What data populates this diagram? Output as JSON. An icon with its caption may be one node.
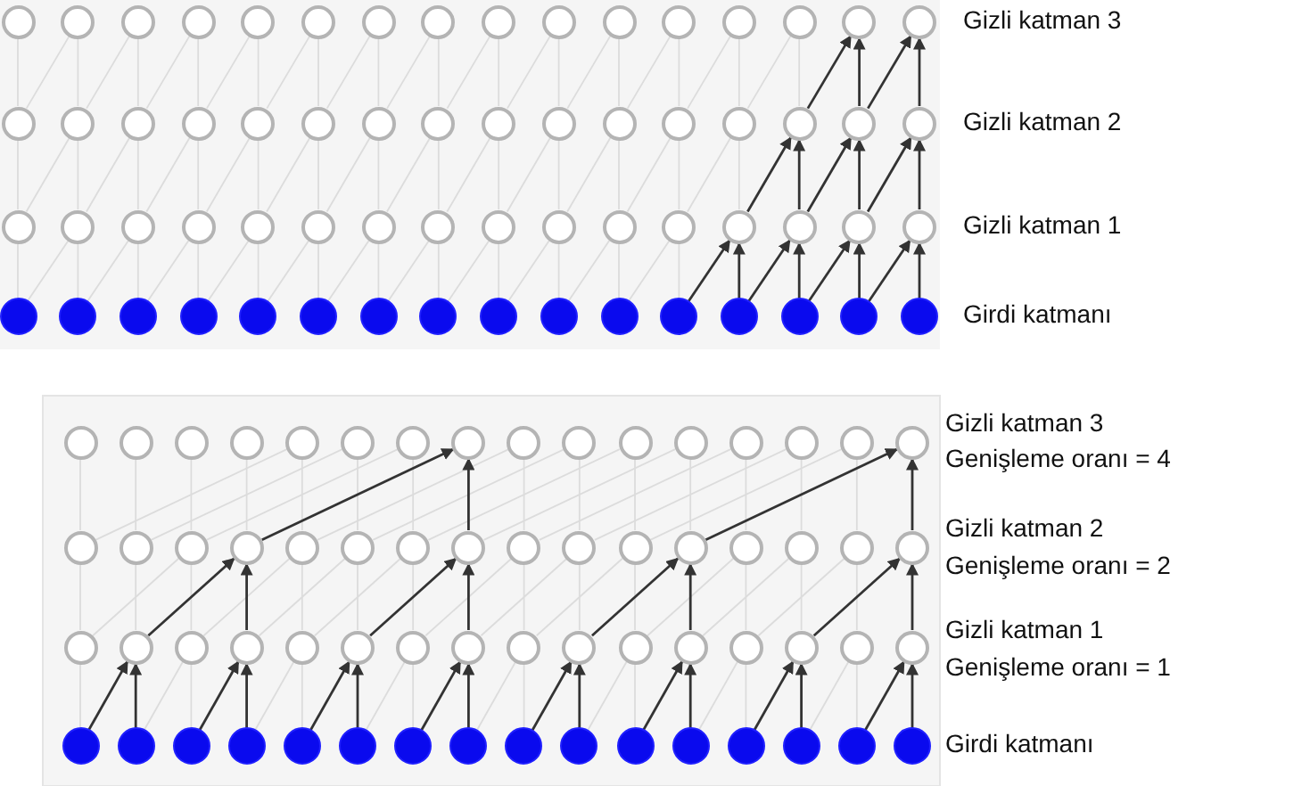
{
  "diagram": {
    "nodes": [
      {
        "text": [],
        "shape": "circle"
      },
      {
        "text": [],
        "shape": "circle"
      },
      {
        "text": [],
        "shape": "circle"
      },
      {
        "text": [],
        "shape": "circle"
      },
      {
        "text": [],
        "shape": "circle"
      },
      {
        "text": [],
        "shape": "circle"
      },
      {
        "text": [],
        "shape": "circle"
      },
      {
        "text": [],
        "shape": "circle"
      },
      {
        "text": [],
        "shape": "circle"
      },
      {
        "text": [],
        "shape": "circle"
      },
      {
        "text": [],
        "shape": "circle"
      },
      {
        "text": [],
        "shape": "circle"
      },
      {
        "text": [],
        "shape": "circle"
      },
      {
        "text": [],
        "shape": "circle"
      },
      {
        "text": [],
        "shape": "circle"
      },
      {
        "text": [],
        "shape": "circle"
      },
      {
        "text": [],
        "shape": "circle"
      },
      {
        "text": [],
        "shape": "circle"
      },
      {
        "text": [],
        "shape": "circle"
      },
      {
        "text": [],
        "shape": "circle"
      },
      {
        "text": [],
        "shape": "circle"
      },
      {
        "text": [],
        "shape": "circle"
      },
      {
        "text": [],
        "shape": "circle"
      },
      {
        "text": [],
        "shape": "circle"
      },
      {
        "text": [],
        "shape": "circle"
      },
      {
        "text": [],
        "shape": "circle"
      },
      {
        "text": [],
        "shape": "circle"
      },
      {
        "text": [],
        "shape": "circle"
      },
      {
        "text": [],
        "shape": "circle"
      },
      {
        "text": [],
        "shape": "circle"
      },
      {
        "text": [],
        "shape": "circle"
      },
      {
        "text": [],
        "shape": "circle"
      },
      {
        "text": [],
        "shape": "circle"
      },
      {
        "text": [],
        "shape": "circle"
      },
      {
        "text": [],
        "shape": "circle"
      },
      {
        "text": [],
        "shape": "circle"
      },
      {
        "text": [],
        "shape": "circle"
      },
      {
        "text": [],
        "shape": "circle"
      },
      {
        "text": [],
        "shape": "circle"
      },
      {
        "text": [],
        "shape": "circle"
      },
      {
        "text": [],
        "shape": "circle"
      },
      {
        "text": [],
        "shape": "circle"
      },
      {
        "text": [],
        "shape": "circle"
      },
      {
        "text": [],
        "shape": "circle"
      },
      {
        "text": [],
        "shape": "circle"
      },
      {
        "text": [],
        "shape": "circle"
      },
      {
        "text": [],
        "shape": "circle"
      },
      {
        "text": [],
        "shape": "circle"
      },
      {
        "text": [],
        "shape": "dot"
      },
      {
        "text": [],
        "shape": "dot"
      },
      {
        "text": [],
        "shape": "dot"
      },
      {
        "text": [],
        "shape": "dot"
      },
      {
        "text": [],
        "shape": "dot"
      },
      {
        "text": [],
        "shape": "dot"
      },
      {
        "text": [],
        "shape": "dot"
      },
      {
        "text": [],
        "shape": "dot"
      },
      {
        "text": [],
        "shape": "dot"
      },
      {
        "text": [],
        "shape": "dot"
      },
      {
        "text": [],
        "shape": "dot"
      },
      {
        "text": [],
        "shape": "dot"
      },
      {
        "text": [],
        "shape": "dot"
      },
      {
        "text": [],
        "shape": "dot"
      },
      {
        "text": [],
        "shape": "dot"
      },
      {
        "text": [],
        "shape": "dot"
      },
      {
        "text": [],
        "shape": "circle"
      },
      {
        "text": [],
        "shape": "circle"
      },
      {
        "text": [],
        "shape": "circle"
      },
      {
        "text": [],
        "shape": "circle"
      },
      {
        "text": [],
        "shape": "circle"
      },
      {
        "text": [],
        "shape": "circle"
      },
      {
        "text": [],
        "shape": "circle"
      },
      {
        "text": [],
        "shape": "circle"
      },
      {
        "text": [],
        "shape": "circle"
      },
      {
        "text": [],
        "shape": "circle"
      },
      {
        "text": [],
        "shape": "circle"
      },
      {
        "text": [],
        "shape": "circle"
      },
      {
        "text": [],
        "shape": "circle"
      },
      {
        "text": [],
        "shape": "circle"
      },
      {
        "text": [],
        "shape": "circle"
      },
      {
        "text": [],
        "shape": "circle"
      },
      {
        "text": [],
        "shape": "circle"
      },
      {
        "text": [],
        "shape": "circle"
      },
      {
        "text": [],
        "shape": "circle"
      },
      {
        "text": [],
        "shape": "circle"
      },
      {
        "text": [],
        "shape": "circle"
      },
      {
        "text": [],
        "shape": "circle"
      },
      {
        "text": [],
        "shape": "circle"
      },
      {
        "text": [],
        "shape": "circle"
      },
      {
        "text": [],
        "shape": "circle"
      },
      {
        "text": [],
        "shape": "circle"
      },
      {
        "text": [],
        "shape": "circle"
      },
      {
        "text": [],
        "shape": "circle"
      },
      {
        "text": [],
        "shape": "circle"
      },
      {
        "text": [],
        "shape": "circle"
      },
      {
        "text": [],
        "shape": "circle"
      },
      {
        "text": [],
        "shape": "circle"
      },
      {
        "text": [],
        "shape": "circle"
      },
      {
        "text": [],
        "shape": "circle"
      },
      {
        "text": [],
        "shape": "circle"
      },
      {
        "text": [],
        "shape": "circle"
      },
      {
        "text": [],
        "shape": "circle"
      },
      {
        "text": [],
        "shape": "circle"
      },
      {
        "text": [],
        "shape": "circle"
      },
      {
        "text": [],
        "shape": "circle"
      },
      {
        "text": [],
        "shape": "circle"
      },
      {
        "text": [],
        "shape": "circle"
      },
      {
        "text": [],
        "shape": "circle"
      },
      {
        "text": [],
        "shape": "circle"
      },
      {
        "text": [],
        "shape": "circle"
      },
      {
        "text": [],
        "shape": "circle"
      },
      {
        "text": [],
        "shape": "circle"
      },
      {
        "text": [],
        "shape": "circle"
      },
      {
        "text": [],
        "shape": "dot"
      },
      {
        "text": [],
        "shape": "dot"
      },
      {
        "text": [],
        "shape": "dot"
      },
      {
        "text": [],
        "shape": "dot"
      },
      {
        "text": [],
        "shape": "dot"
      },
      {
        "text": [],
        "shape": "dot"
      },
      {
        "text": [],
        "shape": "dot"
      },
      {
        "text": [],
        "shape": "dot"
      },
      {
        "text": [],
        "shape": "dot"
      },
      {
        "text": [],
        "shape": "dot"
      },
      {
        "text": [],
        "shape": "dot"
      },
      {
        "text": [],
        "shape": "dot"
      },
      {
        "text": [],
        "shape": "dot"
      },
      {
        "text": [],
        "shape": "dot"
      },
      {
        "text": [],
        "shape": "dot"
      },
      {
        "text": [],
        "shape": "dot"
      }
    ],
    "edges": [
      {
        "from": 48,
        "to": 32,
        "arrow": "none"
      },
      {
        "from": 48,
        "to": 33,
        "arrow": "none"
      },
      {
        "from": 49,
        "to": 33,
        "arrow": "none"
      },
      {
        "from": 49,
        "to": 34,
        "arrow": "none"
      },
      {
        "from": 50,
        "to": 34,
        "arrow": "none"
      },
      {
        "from": 50,
        "to": 35,
        "arrow": "none"
      },
      {
        "from": 51,
        "to": 35,
        "arrow": "none"
      },
      {
        "from": 51,
        "to": 36,
        "arrow": "none"
      },
      {
        "from": 52,
        "to": 36,
        "arrow": "none"
      },
      {
        "from": 52,
        "to": 37,
        "arrow": "none"
      },
      {
        "from": 53,
        "to": 37,
        "arrow": "none"
      },
      {
        "from": 53,
        "to": 38,
        "arrow": "none"
      },
      {
        "from": 54,
        "to": 38,
        "arrow": "none"
      },
      {
        "from": 54,
        "to": 39,
        "arrow": "none"
      },
      {
        "from": 55,
        "to": 39,
        "arrow": "none"
      },
      {
        "from": 55,
        "to": 40,
        "arrow": "none"
      },
      {
        "from": 56,
        "to": 40,
        "arrow": "none"
      },
      {
        "from": 56,
        "to": 41,
        "arrow": "none"
      },
      {
        "from": 57,
        "to": 41,
        "arrow": "none"
      },
      {
        "from": 57,
        "to": 42,
        "arrow": "none"
      },
      {
        "from": 58,
        "to": 42,
        "arrow": "none"
      },
      {
        "from": 58,
        "to": 43,
        "arrow": "none"
      },
      {
        "from": 59,
        "to": 43,
        "arrow": "none"
      },
      {
        "from": 59,
        "to": 44,
        "arrow": "to",
        "color": "#333333"
      },
      {
        "from": 60,
        "to": 44,
        "arrow": "to",
        "color": "#333333"
      },
      {
        "from": 60,
        "to": 45,
        "arrow": "to",
        "color": "#333333"
      },
      {
        "from": 61,
        "to": 45,
        "arrow": "to",
        "color": "#333333"
      },
      {
        "from": 61,
        "to": 46,
        "arrow": "to",
        "color": "#333333"
      },
      {
        "from": 62,
        "to": 46,
        "arrow": "to",
        "color": "#333333"
      },
      {
        "from": 62,
        "to": 47,
        "arrow": "to",
        "color": "#333333"
      },
      {
        "from": 63,
        "to": 47,
        "arrow": "to",
        "color": "#333333"
      },
      {
        "from": 32,
        "to": 16,
        "arrow": "none"
      },
      {
        "from": 32,
        "to": 17,
        "arrow": "none"
      },
      {
        "from": 33,
        "to": 17,
        "arrow": "none"
      },
      {
        "from": 33,
        "to": 18,
        "arrow": "none"
      },
      {
        "from": 34,
        "to": 18,
        "arrow": "none"
      },
      {
        "from": 34,
        "to": 19,
        "arrow": "none"
      },
      {
        "from": 35,
        "to": 19,
        "arrow": "none"
      },
      {
        "from": 35,
        "to": 20,
        "arrow": "none"
      },
      {
        "from": 36,
        "to": 20,
        "arrow": "none"
      },
      {
        "from": 36,
        "to": 21,
        "arrow": "none"
      },
      {
        "from": 37,
        "to": 21,
        "arrow": "none"
      },
      {
        "from": 37,
        "to": 22,
        "arrow": "none"
      },
      {
        "from": 38,
        "to": 22,
        "arrow": "none"
      },
      {
        "from": 38,
        "to": 23,
        "arrow": "none"
      },
      {
        "from": 39,
        "to": 23,
        "arrow": "none"
      },
      {
        "from": 39,
        "to": 24,
        "arrow": "none"
      },
      {
        "from": 40,
        "to": 24,
        "arrow": "none"
      },
      {
        "from": 40,
        "to": 25,
        "arrow": "none"
      },
      {
        "from": 41,
        "to": 25,
        "arrow": "none"
      },
      {
        "from": 41,
        "to": 26,
        "arrow": "none"
      },
      {
        "from": 42,
        "to": 26,
        "arrow": "none"
      },
      {
        "from": 42,
        "to": 27,
        "arrow": "none"
      },
      {
        "from": 43,
        "to": 27,
        "arrow": "none"
      },
      {
        "from": 43,
        "to": 28,
        "arrow": "none"
      },
      {
        "from": 44,
        "to": 28,
        "arrow": "none"
      },
      {
        "from": 44,
        "to": 29,
        "arrow": "to",
        "color": "#333333"
      },
      {
        "from": 45,
        "to": 29,
        "arrow": "to",
        "color": "#333333"
      },
      {
        "from": 45,
        "to": 30,
        "arrow": "to",
        "color": "#333333"
      },
      {
        "from": 46,
        "to": 30,
        "arrow": "to",
        "color": "#333333"
      },
      {
        "from": 46,
        "to": 31,
        "arrow": "to",
        "color": "#333333"
      },
      {
        "from": 47,
        "to": 31,
        "arrow": "to",
        "color": "#333333"
      },
      {
        "from": 16,
        "to": 0,
        "arrow": "none"
      },
      {
        "from": 16,
        "to": 1,
        "arrow": "none"
      },
      {
        "from": 17,
        "to": 1,
        "arrow": "none"
      },
      {
        "from": 17,
        "to": 2,
        "arrow": "none"
      },
      {
        "from": 18,
        "to": 2,
        "arrow": "none"
      },
      {
        "from": 18,
        "to": 3,
        "arrow": "none"
      },
      {
        "from": 19,
        "to": 3,
        "arrow": "none"
      },
      {
        "from": 19,
        "to": 4,
        "arrow": "none"
      },
      {
        "from": 20,
        "to": 4,
        "arrow": "none"
      },
      {
        "from": 20,
        "to": 5,
        "arrow": "none"
      },
      {
        "from": 21,
        "to": 5,
        "arrow": "none"
      },
      {
        "from": 21,
        "to": 6,
        "arrow": "none"
      },
      {
        "from": 22,
        "to": 6,
        "arrow": "none"
      },
      {
        "from": 22,
        "to": 7,
        "arrow": "none"
      },
      {
        "from": 23,
        "to": 7,
        "arrow": "none"
      },
      {
        "from": 23,
        "to": 8,
        "arrow": "none"
      },
      {
        "from": 24,
        "to": 8,
        "arrow": "none"
      },
      {
        "from": 24,
        "to": 9,
        "arrow": "none"
      },
      {
        "from": 25,
        "to": 9,
        "arrow": "none"
      },
      {
        "from": 25,
        "to": 10,
        "arrow": "none"
      },
      {
        "from": 26,
        "to": 10,
        "arrow": "none"
      },
      {
        "from": 26,
        "to": 11,
        "arrow": "none"
      },
      {
        "from": 27,
        "to": 11,
        "arrow": "none"
      },
      {
        "from": 27,
        "to": 12,
        "arrow": "none"
      },
      {
        "from": 28,
        "to": 12,
        "arrow": "none"
      },
      {
        "from": 28,
        "to": 13,
        "arrow": "none"
      },
      {
        "from": 29,
        "to": 13,
        "arrow": "none"
      },
      {
        "from": 29,
        "to": 14,
        "arrow": "to",
        "color": "#333333"
      },
      {
        "from": 30,
        "to": 14,
        "arrow": "to",
        "color": "#333333"
      },
      {
        "from": 30,
        "to": 15,
        "arrow": "to",
        "color": "#333333"
      },
      {
        "from": 31,
        "to": 15,
        "arrow": "to",
        "color": "#333333"
      },
      {
        "from": 112,
        "to": 96,
        "arrow": "none"
      },
      {
        "from": 112,
        "to": 97,
        "arrow": "to",
        "color": "#333333"
      },
      {
        "from": 113,
        "to": 97,
        "arrow": "to",
        "color": "#333333"
      },
      {
        "from": 113,
        "to": 98,
        "arrow": "none"
      },
      {
        "from": 114,
        "to": 98,
        "arrow": "none"
      },
      {
        "from": 114,
        "to": 99,
        "arrow": "to",
        "color": "#333333"
      },
      {
        "from": 115,
        "to": 99,
        "arrow": "to",
        "color": "#333333"
      },
      {
        "from": 115,
        "to": 100,
        "arrow": "none"
      },
      {
        "from": 116,
        "to": 100,
        "arrow": "none"
      },
      {
        "from": 116,
        "to": 101,
        "arrow": "to",
        "color": "#333333"
      },
      {
        "from": 117,
        "to": 101,
        "arrow": "to",
        "color": "#333333"
      },
      {
        "from": 117,
        "to": 102,
        "arrow": "none"
      },
      {
        "from": 118,
        "to": 102,
        "arrow": "none"
      },
      {
        "from": 118,
        "to": 103,
        "arrow": "to",
        "color": "#333333"
      },
      {
        "from": 119,
        "to": 103,
        "arrow": "to",
        "color": "#333333"
      },
      {
        "from": 119,
        "to": 104,
        "arrow": "none"
      },
      {
        "from": 120,
        "to": 104,
        "arrow": "none"
      },
      {
        "from": 120,
        "to": 105,
        "arrow": "to",
        "color": "#333333"
      },
      {
        "from": 121,
        "to": 105,
        "arrow": "to",
        "color": "#333333"
      },
      {
        "from": 121,
        "to": 106,
        "arrow": "none"
      },
      {
        "from": 122,
        "to": 106,
        "arrow": "none"
      },
      {
        "from": 122,
        "to": 107,
        "arrow": "to",
        "color": "#333333"
      },
      {
        "from": 123,
        "to": 107,
        "arrow": "to",
        "color": "#333333"
      },
      {
        "from": 123,
        "to": 108,
        "arrow": "none"
      },
      {
        "from": 124,
        "to": 108,
        "arrow": "none"
      },
      {
        "from": 124,
        "to": 109,
        "arrow": "to",
        "color": "#333333"
      },
      {
        "from": 125,
        "to": 109,
        "arrow": "to",
        "color": "#333333"
      },
      {
        "from": 125,
        "to": 110,
        "arrow": "none"
      },
      {
        "from": 126,
        "to": 110,
        "arrow": "none"
      },
      {
        "from": 126,
        "to": 111,
        "arrow": "to",
        "color": "#333333"
      },
      {
        "from": 127,
        "to": 111,
        "arrow": "to",
        "color": "#333333"
      },
      {
        "from": 96,
        "to": 80,
        "arrow": "none"
      },
      {
        "from": 97,
        "to": 81,
        "arrow": "none"
      },
      {
        "from": 96,
        "to": 82,
        "arrow": "none"
      },
      {
        "from": 98,
        "to": 82,
        "arrow": "none"
      },
      {
        "from": 97,
        "to": 83,
        "arrow": "to",
        "color": "#333333"
      },
      {
        "from": 99,
        "to": 83,
        "arrow": "to",
        "color": "#333333"
      },
      {
        "from": 98,
        "to": 84,
        "arrow": "none"
      },
      {
        "from": 100,
        "to": 84,
        "arrow": "none"
      },
      {
        "from": 99,
        "to": 85,
        "arrow": "none"
      },
      {
        "from": 101,
        "to": 85,
        "arrow": "none"
      },
      {
        "from": 100,
        "to": 86,
        "arrow": "none"
      },
      {
        "from": 102,
        "to": 86,
        "arrow": "none"
      },
      {
        "from": 101,
        "to": 87,
        "arrow": "to",
        "color": "#333333"
      },
      {
        "from": 103,
        "to": 87,
        "arrow": "to",
        "color": "#333333"
      },
      {
        "from": 102,
        "to": 88,
        "arrow": "none"
      },
      {
        "from": 104,
        "to": 88,
        "arrow": "none"
      },
      {
        "from": 103,
        "to": 89,
        "arrow": "none"
      },
      {
        "from": 105,
        "to": 89,
        "arrow": "none"
      },
      {
        "from": 104,
        "to": 90,
        "arrow": "none"
      },
      {
        "from": 106,
        "to": 90,
        "arrow": "none"
      },
      {
        "from": 105,
        "to": 91,
        "arrow": "to",
        "color": "#333333"
      },
      {
        "from": 107,
        "to": 91,
        "arrow": "to",
        "color": "#333333"
      },
      {
        "from": 106,
        "to": 92,
        "arrow": "none"
      },
      {
        "from": 108,
        "to": 92,
        "arrow": "none"
      },
      {
        "from": 107,
        "to": 93,
        "arrow": "none"
      },
      {
        "from": 109,
        "to": 93,
        "arrow": "none"
      },
      {
        "from": 108,
        "to": 94,
        "arrow": "none"
      },
      {
        "from": 110,
        "to": 94,
        "arrow": "none"
      },
      {
        "from": 109,
        "to": 95,
        "arrow": "to",
        "color": "#333333"
      },
      {
        "from": 111,
        "to": 95,
        "arrow": "to",
        "color": "#333333"
      },
      {
        "from": 80,
        "to": 64,
        "arrow": "none"
      },
      {
        "from": 81,
        "to": 65,
        "arrow": "none"
      },
      {
        "from": 82,
        "to": 66,
        "arrow": "none"
      },
      {
        "from": 83,
        "to": 67,
        "arrow": "none"
      },
      {
        "from": 80,
        "to": 68,
        "arrow": "none"
      },
      {
        "from": 84,
        "to": 68,
        "arrow": "none"
      },
      {
        "from": 81,
        "to": 69,
        "arrow": "none"
      },
      {
        "from": 85,
        "to": 69,
        "arrow": "none"
      },
      {
        "from": 82,
        "to": 70,
        "arrow": "none"
      },
      {
        "from": 86,
        "to": 70,
        "arrow": "none"
      },
      {
        "from": 83,
        "to": 71,
        "arrow": "to",
        "color": "#333333"
      },
      {
        "from": 87,
        "to": 71,
        "arrow": "to",
        "color": "#333333"
      },
      {
        "from": 84,
        "to": 72,
        "arrow": "none"
      },
      {
        "from": 88,
        "to": 72,
        "arrow": "none"
      },
      {
        "from": 85,
        "to": 73,
        "arrow": "none"
      },
      {
        "from": 89,
        "to": 73,
        "arrow": "none"
      },
      {
        "from": 86,
        "to": 74,
        "arrow": "none"
      },
      {
        "from": 90,
        "to": 74,
        "arrow": "none"
      },
      {
        "from": 87,
        "to": 75,
        "arrow": "none"
      },
      {
        "from": 91,
        "to": 75,
        "arrow": "none"
      },
      {
        "from": 88,
        "to": 76,
        "arrow": "none"
      },
      {
        "from": 92,
        "to": 76,
        "arrow": "none"
      },
      {
        "from": 89,
        "to": 77,
        "arrow": "none"
      },
      {
        "from": 93,
        "to": 77,
        "arrow": "none"
      },
      {
        "from": 90,
        "to": 78,
        "arrow": "none"
      },
      {
        "from": 94,
        "to": 78,
        "arrow": "none"
      },
      {
        "from": 91,
        "to": 79,
        "arrow": "to",
        "color": "#333333"
      },
      {
        "from": 95,
        "to": 79,
        "arrow": "to",
        "color": "#333333"
      }
    ],
    "labels": [
      "Gizli katman 3",
      "Gizli katman 2",
      "Gizli katman 1",
      "Girdi katmanı",
      "Gizli katman 3",
      "Genişleme oranı = 4",
      "Gizli katman 2",
      "Genişleme oranı = 2",
      "Gizli katman 1",
      "Genişleme oranı = 1",
      "Girdi katmanı"
    ]
  }
}
